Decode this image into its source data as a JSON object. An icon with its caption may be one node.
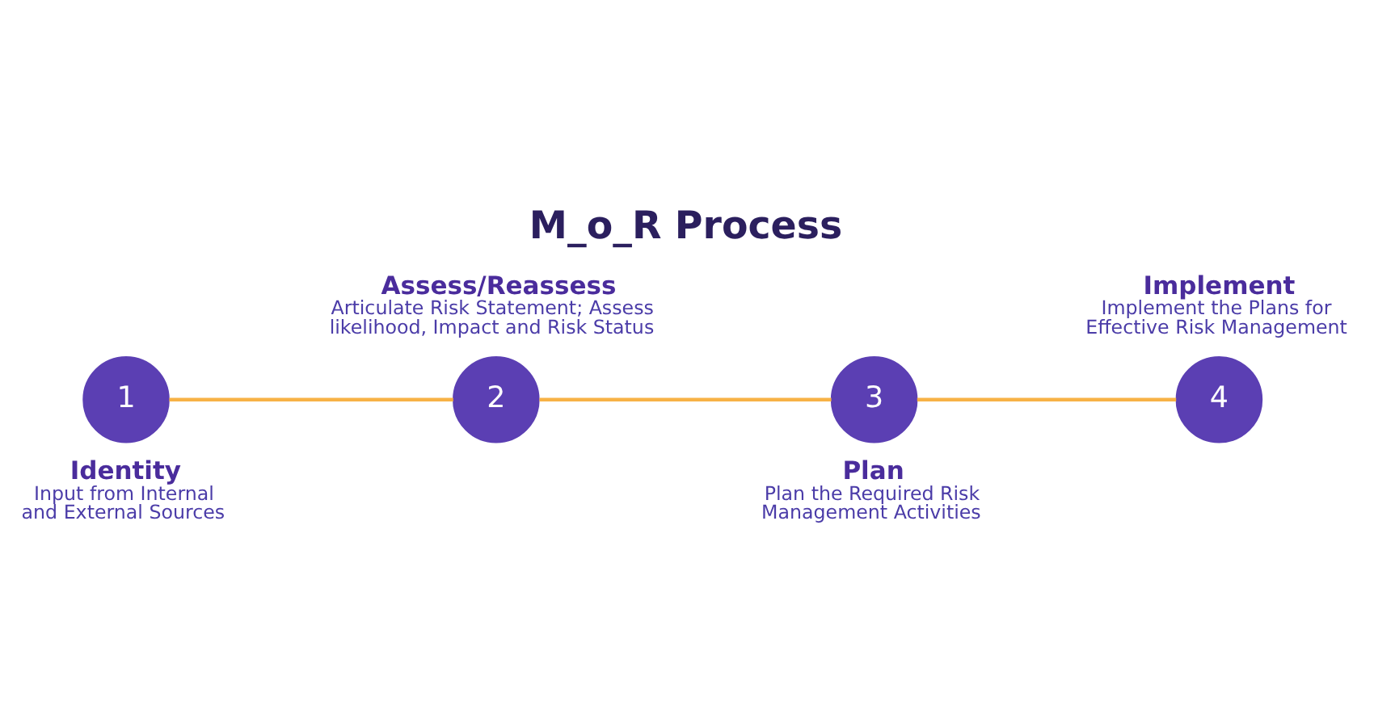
{
  "diagram": {
    "title": "M_o_R Process",
    "nodes": [
      {
        "text": [
          "1"
        ],
        "beside": [
          "Identity",
          "Input from Internal and External Sources"
        ]
      },
      {
        "text": [
          "2"
        ],
        "beside": [
          "Assess/Reassess",
          "Articulate Risk Statement; Assess likelihood, Impact and Risk Status"
        ]
      },
      {
        "text": [
          "3"
        ],
        "beside": [
          "Plan",
          "Plan the Required Risk Management Activities"
        ]
      },
      {
        "text": [
          "4"
        ],
        "beside": [
          "Implement",
          "Implement the Plans for Effective Risk Management"
        ]
      }
    ],
    "edges": [
      {
        "from": 0,
        "to": 1,
        "arrow": "none"
      },
      {
        "from": 1,
        "to": 2,
        "arrow": "none"
      },
      {
        "from": 2,
        "to": 3,
        "arrow": "none"
      }
    ]
  }
}
